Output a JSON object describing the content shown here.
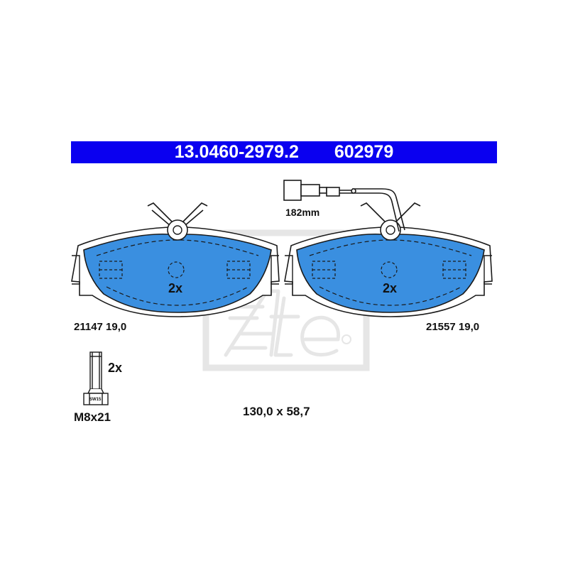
{
  "header": {
    "part_number": "13.0460-2979.2",
    "ref_number": "602979",
    "background_color": "#0a00f0",
    "text_color": "#ffffff"
  },
  "sensor": {
    "length_label": "182mm"
  },
  "pads": {
    "fill_color": "#3a8fe0",
    "left": {
      "quantity_label": "2x",
      "code_label": "21147 19,0"
    },
    "right": {
      "quantity_label": "2x",
      "code_label": "21557 19,0"
    }
  },
  "bolt": {
    "quantity_label": "2x",
    "wrench_label": "SW15",
    "size_label": "M8x21"
  },
  "dimensions_label": "130,0 x 58,7",
  "watermark": {
    "brand": "Ate",
    "registered_mark": "®",
    "color": "#e4e4e4"
  }
}
